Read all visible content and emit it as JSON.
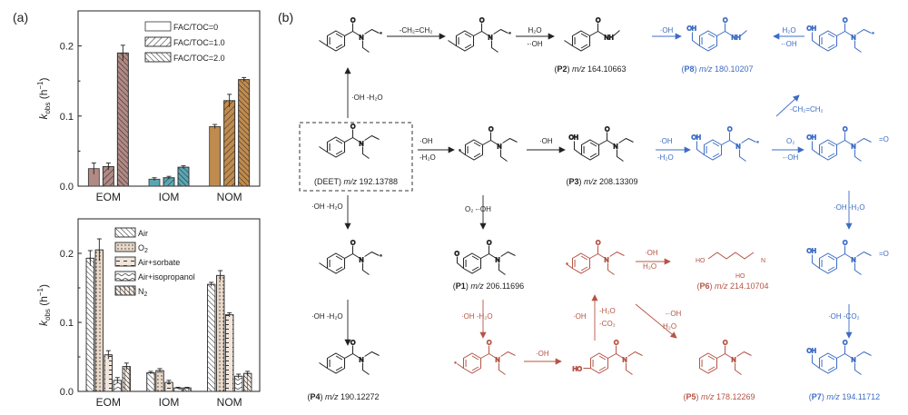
{
  "panel_a": {
    "label": "(a)",
    "axis_font_note": "",
    "ylabel_k": "k",
    "ylabel_sub": "obs",
    "ylabel_unit": "(h",
    "ylabel_exp": "−1",
    "ylabel_close": ")"
  },
  "chart_data": [
    {
      "type": "bar",
      "title": "",
      "categories": [
        "EOM",
        "IOM",
        "NOM"
      ],
      "ylabel": "k_obs (h^-1)",
      "ylim": [
        0,
        0.25
      ],
      "yticks": [
        "0.0",
        "0.1",
        "0.2"
      ],
      "legend_position": "top-right",
      "series": [
        {
          "name": "FAC/TOC=0",
          "values": [
            0.025,
            0.01,
            0.085
          ],
          "errors": [
            0.008,
            0.002,
            0.003
          ],
          "color": "#b18985",
          "altColors": [
            "#b18985",
            "#5aa7b4",
            "#c08b4e"
          ]
        },
        {
          "name": "FAC/TOC=1.0",
          "values": [
            0.028,
            0.012,
            0.122
          ],
          "errors": [
            0.005,
            0.002,
            0.009
          ],
          "color": "#b18985",
          "altColors": [
            "#b18985",
            "#5aa7b4",
            "#c08b4e"
          ]
        },
        {
          "name": "FAC/TOC=2.0",
          "values": [
            0.19,
            0.027,
            0.152
          ],
          "errors": [
            0.011,
            0.002,
            0.003
          ],
          "color": "#b18985",
          "altColors": [
            "#b18985",
            "#5aa7b4",
            "#c08b4e"
          ]
        }
      ]
    },
    {
      "type": "bar",
      "title": "",
      "categories": [
        "EOM",
        "IOM",
        "NOM"
      ],
      "ylabel": "k_obs (h^-1)",
      "ylim": [
        0,
        0.25
      ],
      "yticks": [
        "0.0",
        "0.1",
        "0.2"
      ],
      "legend_position": "top-right",
      "series": [
        {
          "name": "Air",
          "values": [
            0.193,
            0.027,
            0.155
          ],
          "errors": [
            0.011,
            0.002,
            0.003
          ]
        },
        {
          "name": "O",
          "name_sub": "2",
          "values": [
            0.205,
            0.03,
            0.168
          ],
          "errors": [
            0.016,
            0.003,
            0.007
          ]
        },
        {
          "name": "Air+sorbate",
          "values": [
            0.053,
            0.013,
            0.111
          ],
          "errors": [
            0.006,
            0.003,
            0.003
          ]
        },
        {
          "name": "Air+isopropanol",
          "values": [
            0.016,
            0.005,
            0.022
          ],
          "errors": [
            0.004,
            0.001,
            0.003
          ]
        },
        {
          "name": "N",
          "name_sub": "2",
          "values": [
            0.036,
            0.005,
            0.026
          ],
          "errors": [
            0.005,
            0.001,
            0.003
          ]
        }
      ]
    }
  ],
  "panel_b": {
    "label": "(b)",
    "colors": {
      "black": "#222222",
      "red": "#b55445",
      "blue": "#3d6cc4"
    },
    "compounds": {
      "deet": {
        "name": "DEET",
        "mz": "192.13788"
      },
      "p1": {
        "name": "P1",
        "mz": "206.11696"
      },
      "p2": {
        "name": "P2",
        "mz": "164.10663"
      },
      "p3": {
        "name": "P3",
        "mz": "208.13309"
      },
      "p4": {
        "name": "P4",
        "mz": "190.12272"
      },
      "p5": {
        "name": "P5",
        "mz": "178.12269"
      },
      "p6": {
        "name": "P6",
        "mz": "214.10704"
      },
      "p7": {
        "name": "P7",
        "mz": "194.11712"
      },
      "p8": {
        "name": "P8",
        "mz": "180.10207"
      }
    },
    "mz_label": "m/z",
    "reagents": {
      "ch2ch2": "-CH₂=CH₂",
      "h2o": "H₂O",
      "oh_minus": "-·OH",
      "oh_rad": "·OH",
      "oh_minus_h2o": "·OH -H₂O",
      "minus_h2o": "-H₂O",
      "o2": "O₂",
      "o2_minus_oh": "O₂ -·OH",
      "oh_minus_co2": "·OH -CO₂",
      "minus_h2o_co2": "-H₂O",
      "minus_co2": "-CO₂",
      "oh_radical_label": "·OH",
      "minus_oh": "-·OH"
    }
  }
}
